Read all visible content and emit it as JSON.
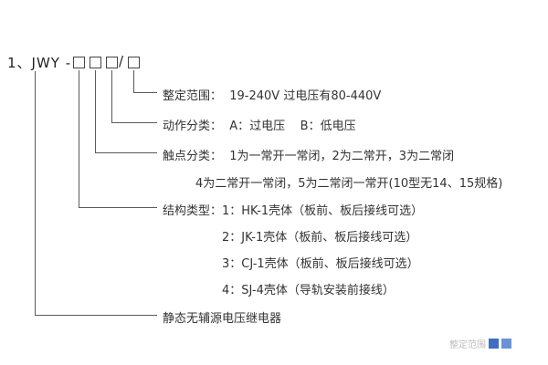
{
  "diagram": {
    "title": "1、JWY -",
    "slash": "/",
    "range_label": "整定范围：  19-240V 过电压有80-440V",
    "action_label": "动作分类：  A：过电压    B：低电压",
    "contact_label": "触点分类：  1为一常开一常闭，2为二常开，3为二常闭",
    "contact_label2": "4为二常开一常闭，5为二常闭一常开(10型无14、15规格)",
    "structure_label": "结构类型：1：HK-1壳体（板前、板后接线可选）",
    "structure_label2": "2：JK-1壳体（板前、板后接线可选）",
    "structure_label3": "3：CJ-1壳体（板前、板后接线可选）",
    "structure_label4": "4：SJ-4壳体（导轨安装前接线）",
    "device_label": "静态无辅源电压继电器"
  },
  "watermark": {
    "text": "整定范围"
  }
}
